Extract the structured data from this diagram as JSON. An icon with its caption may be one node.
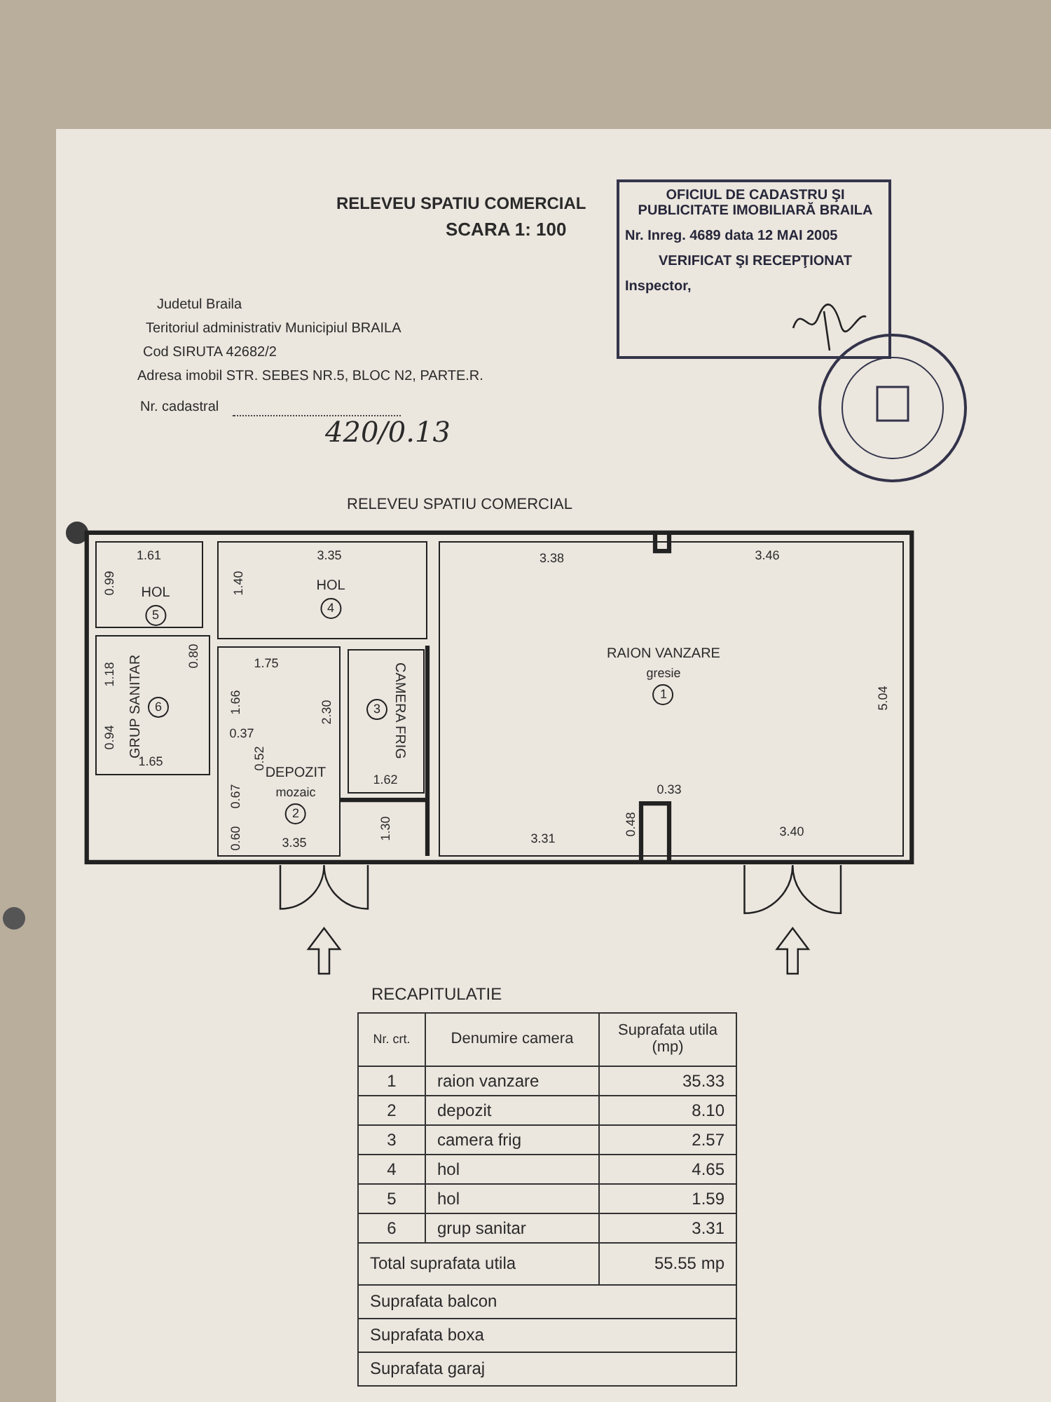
{
  "diagram": {
    "title": "RELEVEU SPATIU COMERCIAL",
    "nodes": [
      {
        "text": [
          "OFICIUL DE CADASTRU ŞI PUBLICITATE IMOBILIARĂ BRAILA",
          "Nr. Inreg. 4689 data 12 MAI 2005",
          "VERIFICAT ŞI RECEPŢIONAT",
          "Inspector,"
        ]
      },
      {
        "text": [
          "RELEVEU SPATIU COMERCIAL"
        ]
      },
      {
        "text": [
          "HOL",
          "5"
        ],
        "in": 1
      },
      {
        "text": [
          "GRUP SANITAR",
          "6"
        ],
        "in": 1
      },
      {
        "text": [
          "HOL",
          "4"
        ],
        "in": 1
      },
      {
        "text": [
          "CAMERA FRIG",
          "3"
        ],
        "in": 1
      },
      {
        "text": [
          "DEPOZIT",
          "mozaic",
          "2"
        ],
        "in": 1
      },
      {
        "text": [
          "RAION VANZARE",
          "gresie",
          "1"
        ],
        "in": 1
      }
    ],
    "labels": [
      "SCARA 1: 100",
      "Judetul Braila",
      "Teritoriul administrativ Municipiul BRAILA",
      "Cod SIRUTA 42682/2",
      "Adresa imobil STR. SEBES NR.5, BLOC N2, PARTE.R.",
      "Nr. cadastral",
      "420/0.13",
      "1.61",
      "3.35",
      "3.38",
      "3.46",
      "0.99",
      "1.40",
      "0.80",
      "1.75",
      "1.18",
      "1.66",
      "2.30",
      "5.04",
      "0.94",
      "0.37",
      "1.65",
      "0.52",
      "1.62",
      "0.67",
      "1.30",
      "0.33",
      "0.48",
      "3.31",
      "3.40",
      "0.60",
      "3.35",
      "RECAPITULATIE",
      "Nr. crt.",
      "Denumire camera",
      "Suprafata utila (mp)",
      "1",
      "raion vanzare",
      "35.33",
      "2",
      "depozit",
      "8.10",
      "3",
      "camera frig",
      "2.57",
      "4",
      "hol",
      "4.65",
      "5",
      "hol",
      "1.59",
      "6",
      "grup sanitar",
      "3.31",
      "Total suprafata utila",
      "55.55 mp",
      "Suprafata balcon",
      "Suprafata boxa",
      "Suprafata garaj"
    ]
  }
}
